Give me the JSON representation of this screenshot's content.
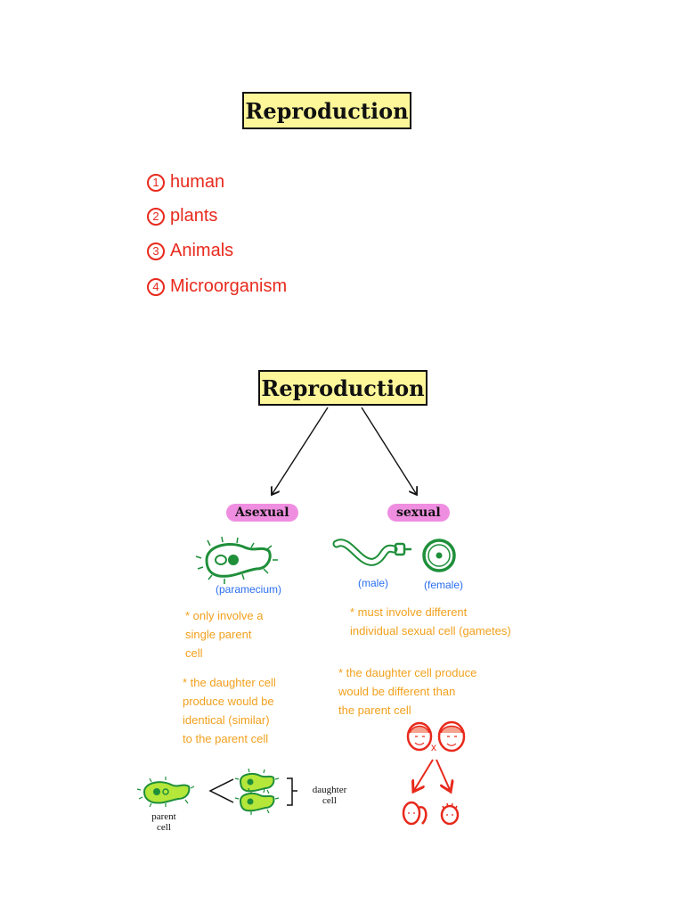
{
  "top": {
    "title": "Reproduction",
    "list": [
      {
        "num": "1",
        "label": "human"
      },
      {
        "num": "2",
        "label": "plants"
      },
      {
        "num": "3",
        "label": "Animals"
      },
      {
        "num": "4",
        "label": "Microorganism"
      }
    ]
  },
  "diagram": {
    "title": "Reproduction",
    "asexual": {
      "label": "Asexual",
      "image_caption": "(paramecium)",
      "note1": "* only involve a\n  single parent\n  cell",
      "note2": "* the daughter cell\n  produce would be\n  identical (similar)\n  to the parent cell",
      "parent_label": "parent\ncell",
      "daughter_label": "daughter\ncell"
    },
    "sexual": {
      "label": "sexual",
      "male_caption": "(male)",
      "female_caption": "(female)",
      "note1": "* must involve different\n  individual sexual cell (gametes)",
      "note2": "* the daughter cell produce\n  would be different than\n  the parent cell",
      "cross": "x"
    }
  },
  "colors": {
    "title_bg": "#fdf79a",
    "list_red": "#e8291c",
    "pill_pink": "#ef8ee0",
    "note_orange": "#f2a01d",
    "caption_blue": "#2a6ef0",
    "cell_green": "#1f8f3a"
  }
}
